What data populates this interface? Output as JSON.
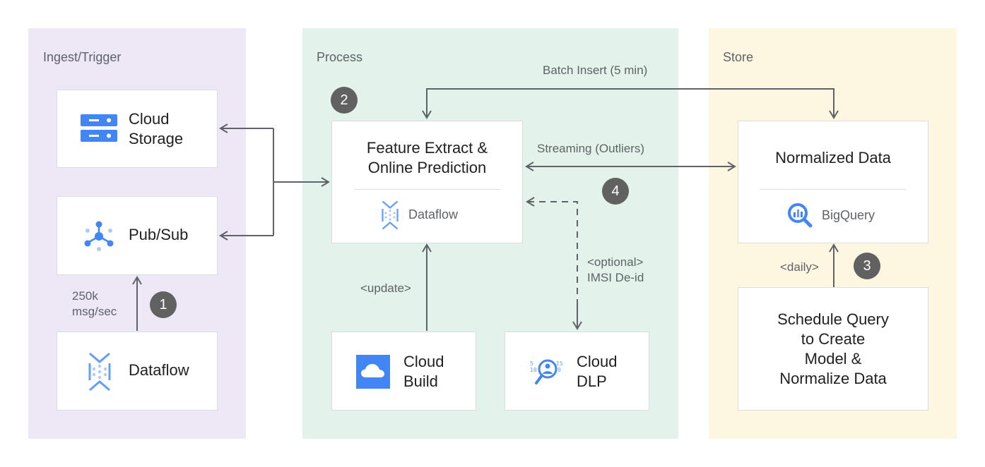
{
  "zones": {
    "ingest": {
      "label": "Ingest/Trigger",
      "color": "#ede7f6"
    },
    "process": {
      "label": "Process",
      "color": "#e3f2ea"
    },
    "store": {
      "label": "Store",
      "color": "#fdf6e0"
    }
  },
  "nodes": {
    "cloud_storage": {
      "title": "Cloud\nStorage",
      "icon": "cloud-storage-icon"
    },
    "pubsub": {
      "title": "Pub/Sub",
      "icon": "pubsub-icon"
    },
    "dataflow_ingest": {
      "title": "Dataflow",
      "icon": "dataflow-icon"
    },
    "feature_extract": {
      "title": "Feature Extract &\nOnline Prediction",
      "service": "Dataflow",
      "icon": "dataflow-icon"
    },
    "cloud_build": {
      "title": "Cloud\nBuild",
      "icon": "cloud-build-icon"
    },
    "cloud_dlp": {
      "title": "Cloud\nDLP",
      "icon": "cloud-dlp-icon"
    },
    "normalized_data": {
      "title": "Normalized Data",
      "service": "BigQuery",
      "icon": "bigquery-icon"
    },
    "schedule_query": {
      "title": "Schedule Query\nto Create\nModel &\nNormalize Data"
    }
  },
  "edge_labels": {
    "batch_insert": "Batch Insert (5 min)",
    "streaming": "Streaming (Outliers)",
    "rate": "250k\nmsg/sec",
    "update": "<update>",
    "optional": "<optional>\nIMSI De-id",
    "daily": "<daily>"
  },
  "badges": [
    "1",
    "2",
    "3",
    "4"
  ],
  "colors": {
    "arrow": "#5f6368",
    "badge": "#616161",
    "google_blue": "#4285f4",
    "card_border": "#dadce0"
  }
}
